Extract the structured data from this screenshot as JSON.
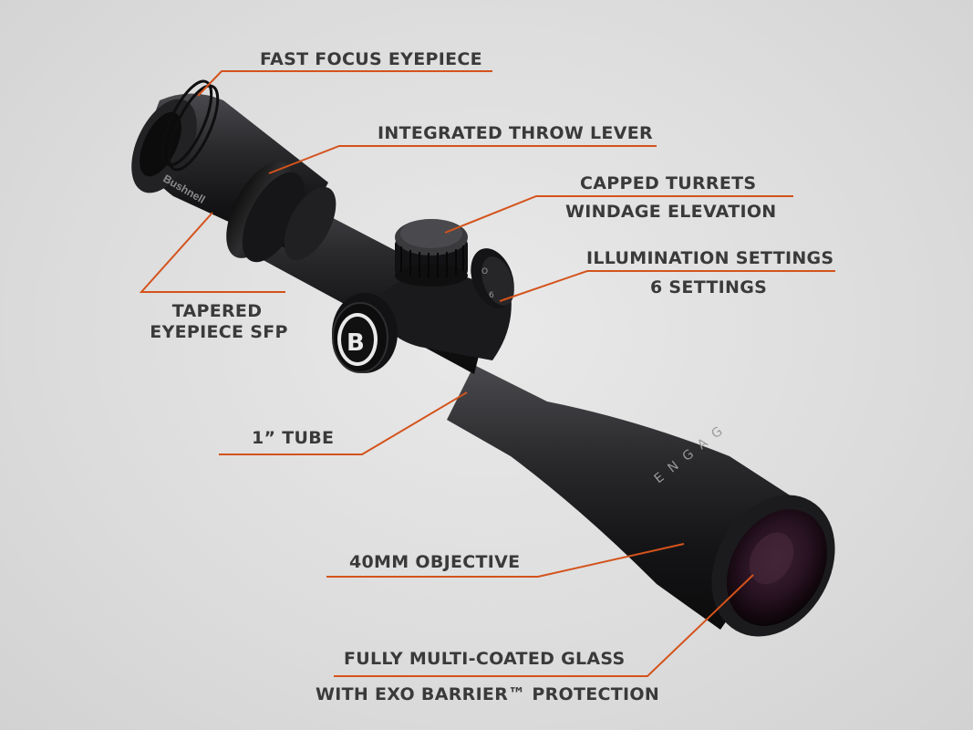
{
  "brand": {
    "name": "Bushnell",
    "model_text": "ENGAG"
  },
  "callouts": {
    "fast_focus": "FAST FOCUS EYEPIECE",
    "throw_lever": "INTEGRATED THROW LEVER",
    "capped_turrets": "CAPPED TURRETS",
    "windage_elevation": "WINDAGE ELEVATION",
    "illumination": "ILLUMINATION SETTINGS",
    "six_settings": "6 SETTINGS",
    "tapered_line1": "TAPERED",
    "tapered_line2": "EYEPIECE SFP",
    "tube": "1” TUBE",
    "objective": "40MM OBJECTIVE",
    "glass_line1": "FULLY MULTI-COATED GLASS",
    "glass_line2": "WITH EXO BARRIER™ PROTECTION"
  },
  "colors": {
    "leader_line": "#d4531c",
    "label_text": "#3a3a3a",
    "scope_body": "#1c1c1e"
  }
}
